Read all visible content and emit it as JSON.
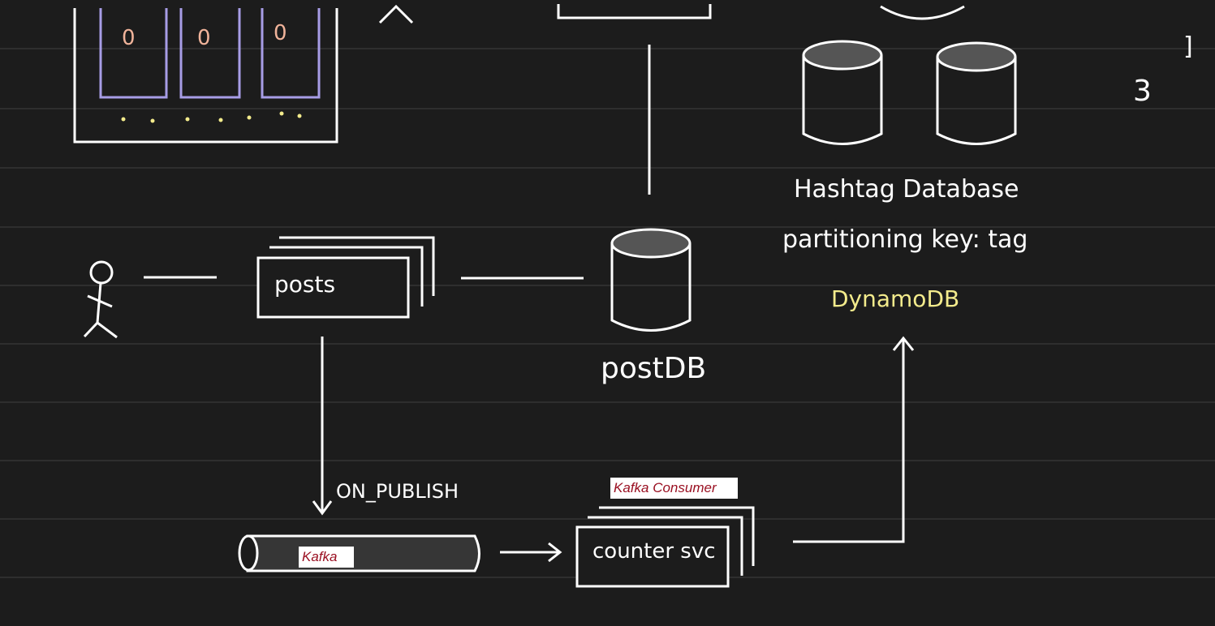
{
  "colors": {
    "background": "#1c1c1c",
    "ruled_line": "#2e2e2e",
    "ink": "#ffffff",
    "dynamo_label": "#f3eb8c",
    "partition_border": "#a79de6",
    "partition_counter": "#f0b39a",
    "dots": "#f3eb8c",
    "note_text": "#9a1022",
    "note_bg": "#ffffff"
  },
  "labels": {
    "posts": "posts",
    "post_db": "postDB",
    "hashtag_db": "Hashtag Database",
    "partition_key": "partitioning key: tag",
    "dynamodb": "DynamoDB",
    "on_publish": "ON_PUBLISH",
    "counter_svc": "counter svc",
    "partition_values": [
      "0",
      "0",
      "0"
    ],
    "right_marks": [
      "]",
      "3"
    ]
  },
  "notes": {
    "kafka": "Kafka",
    "kafka_consumer": "Kafka Consumer"
  }
}
